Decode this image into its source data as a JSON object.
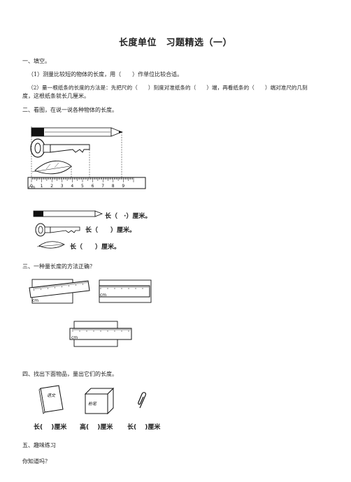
{
  "title": "长度单位　习题精选（一）",
  "section1": {
    "heading": "一、填空。",
    "q1": "（1）测量比较短的物体的长度，用（　　）作单位比较合适。",
    "q2_line1": "（2）量一根纸条的长度的方法是：先把尺的（　　）刻度对准纸条的（　　）端，再看纸条的（　　）端对准尺的几刻",
    "q2_line2": "度，这根纸条就长几厘米。"
  },
  "section2": {
    "heading": "二、看图，在说一说各种物体的长度。",
    "ruler_unit": "cm",
    "ruler_numbers": [
      "0",
      "1",
      "2",
      "3",
      "4",
      "5",
      "6",
      "7",
      "8",
      "9"
    ],
    "answer_pencil": "长（　·）厘米。",
    "answer_key": "长（　　）厘米。",
    "answer_leaf": "长（　　）厘米。"
  },
  "section3": {
    "heading": "三、一种量长度的方法正确？",
    "ruler_a_unit": "cm",
    "ruler_b_unit": "cm",
    "ruler_c_unit": "cm"
  },
  "section4": {
    "heading": "四、找出下面物品，量出它们的长度。",
    "book_label": "语文",
    "box_label": "粉笔",
    "answer_book": "长(　 )厘米",
    "answer_box": "高(　 )厘米",
    "answer_clip": "长(　 )厘米"
  },
  "section5": {
    "heading": "五、趣味练习",
    "line1": "你知道吗？"
  }
}
